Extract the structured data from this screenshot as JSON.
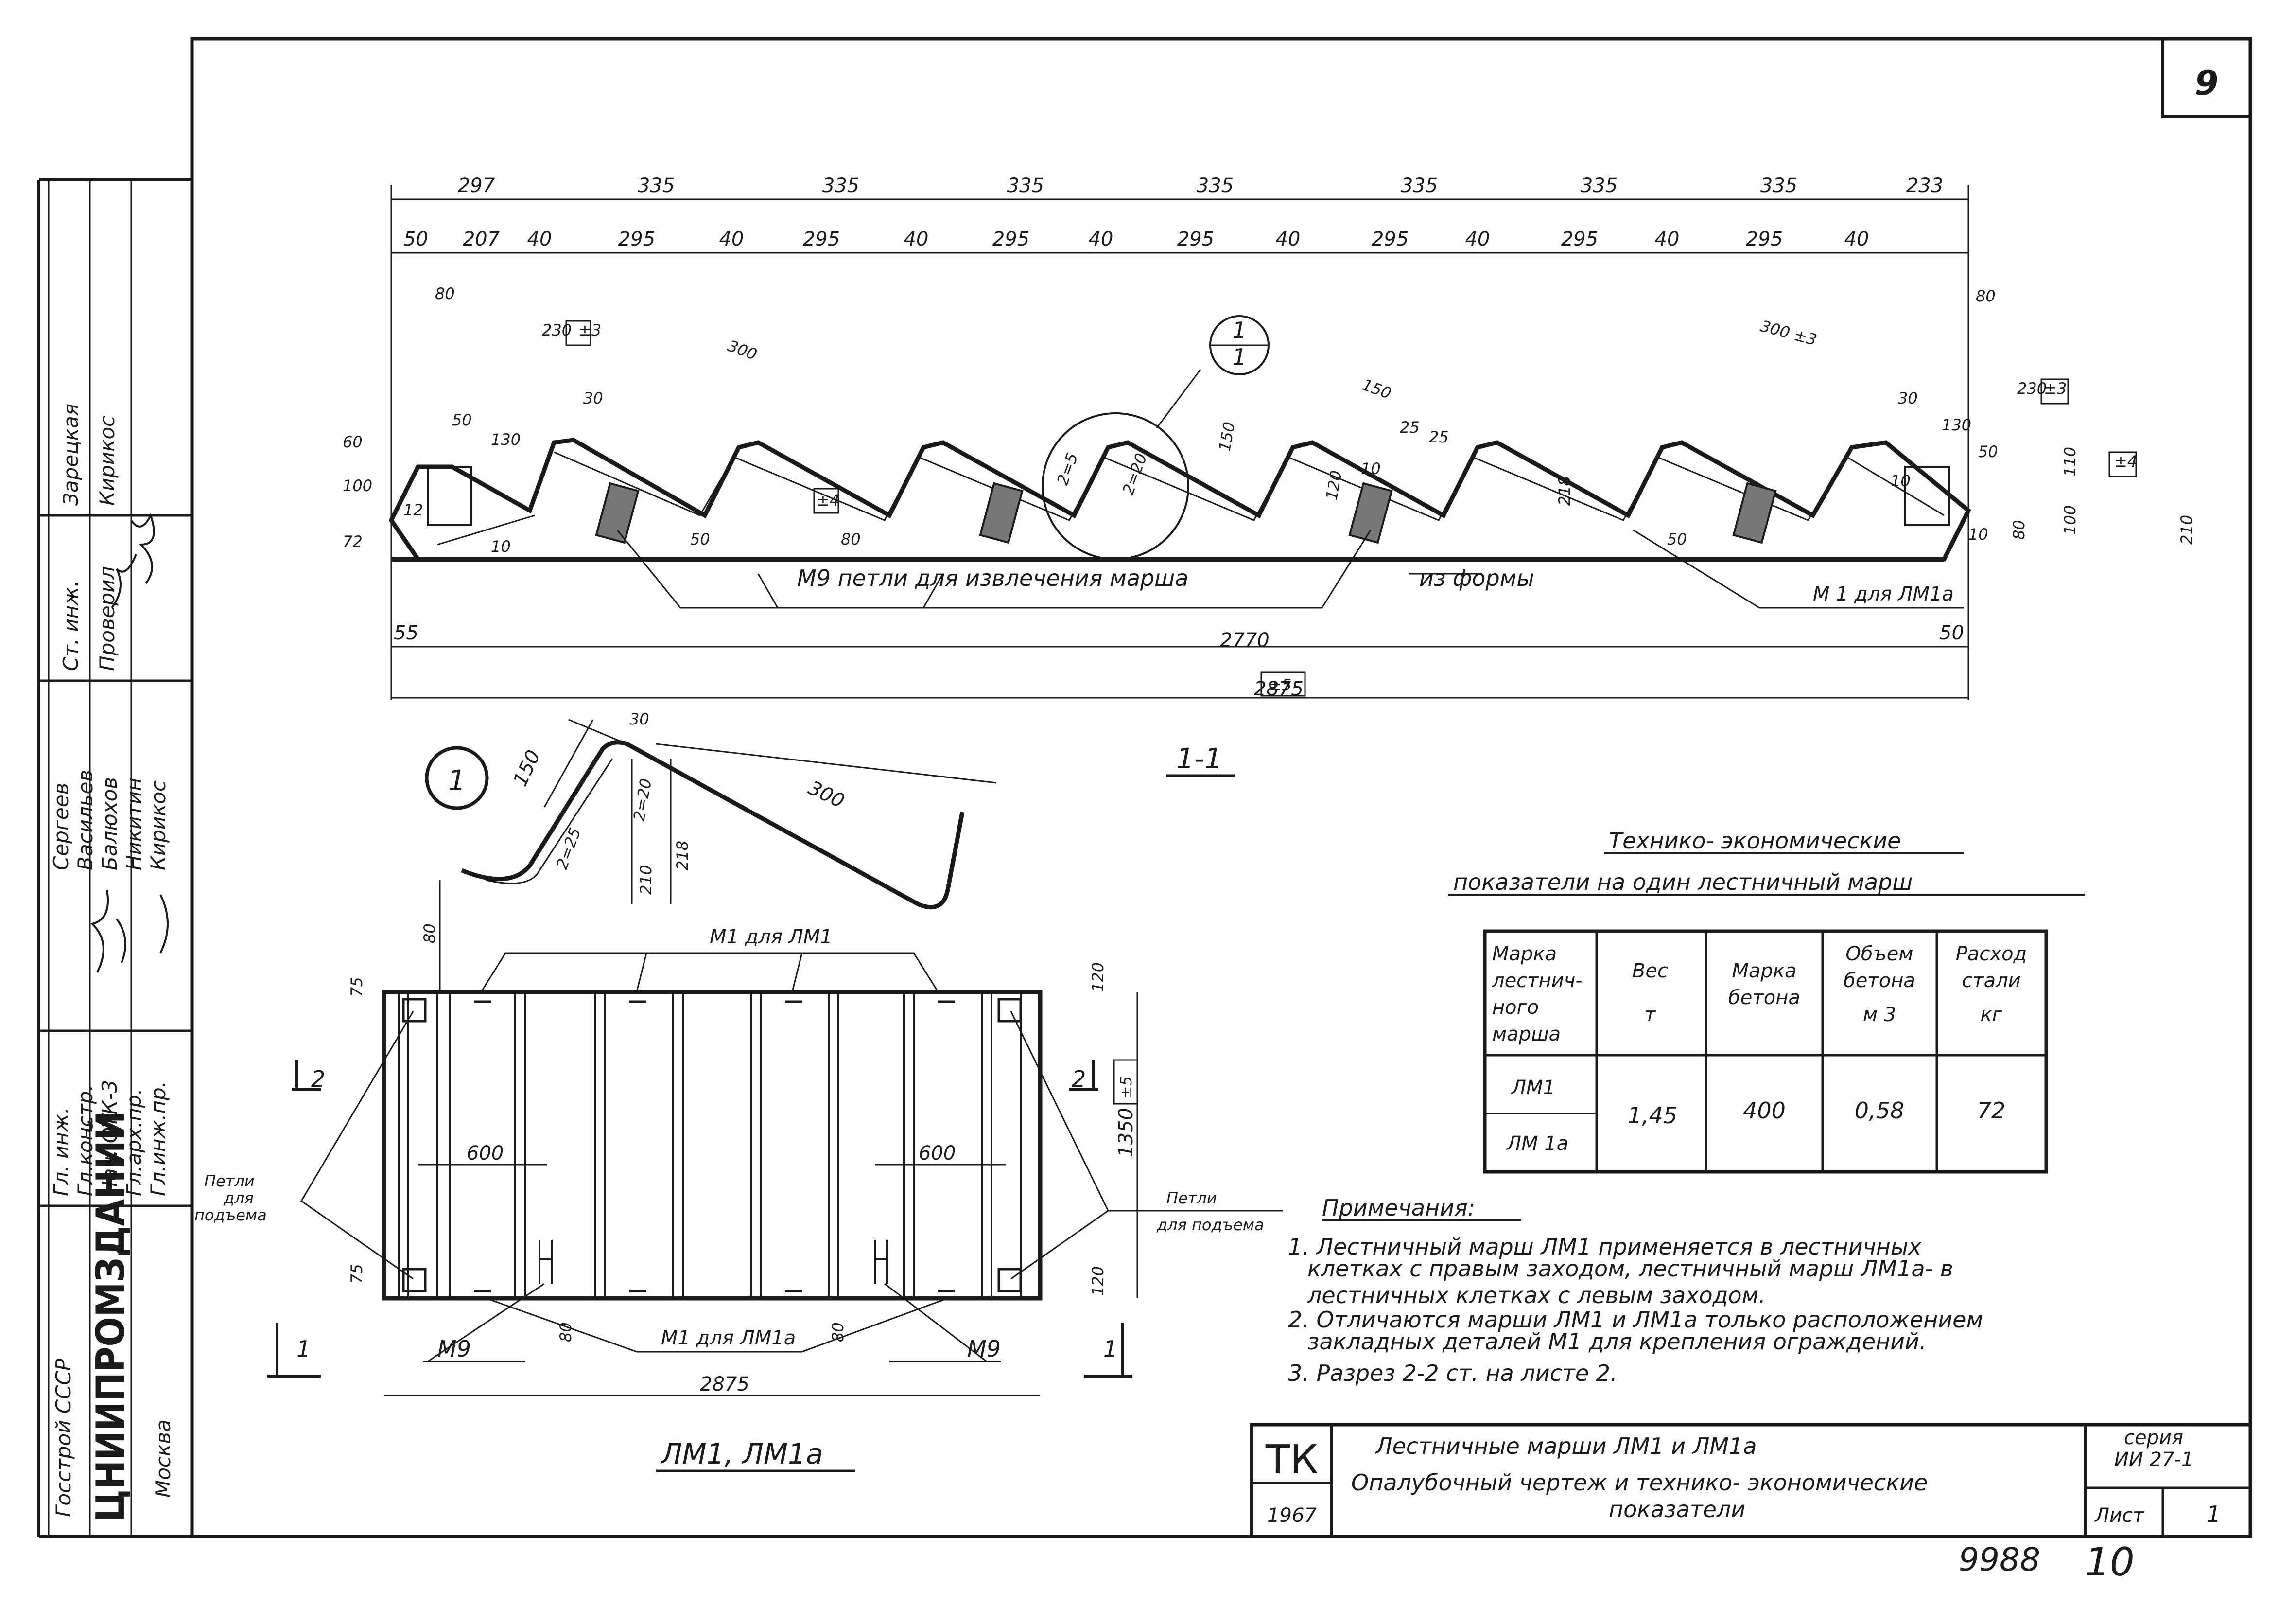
{
  "sheet_number": "9",
  "bottom_number": "9988",
  "bottom_number_hand": "10",
  "section_marker": "1",
  "section_marker_sub": "1",
  "section_label": "1-1",
  "detail_label": "1",
  "plan_label": "ЛМ1, ЛМ1а",
  "section_top_dims": [
    "297",
    "335",
    "335",
    "335",
    "335",
    "335",
    "335",
    "335",
    "233"
  ],
  "section_sub_dims": [
    "50",
    "207",
    "40",
    "295",
    "40",
    "295",
    "40",
    "295",
    "40",
    "295",
    "40",
    "295",
    "40",
    "295",
    "40",
    "295",
    "40"
  ],
  "section_misc_dims": {
    "d80a": "80",
    "d230": "230",
    "d230tol": "±3",
    "d300": "300",
    "d30": "30",
    "d50": "50",
    "d130": "130",
    "d60": "60",
    "d100": "100",
    "d72": "72",
    "d10": "10",
    "d10b": "10",
    "d12": "12",
    "d50b": "50",
    "d80b": "80",
    "tol4": "±4",
    "r5": "2=5",
    "r20": "2=20",
    "d150": "150",
    "d150b": "150",
    "d120": "120",
    "d25": "25",
    "d25b": "25",
    "d218": "218",
    "d50c": "50",
    "d300r": "300 ±3",
    "d80c": "80",
    "d230r": "230",
    "d230rtol": "±3",
    "d30r": "30",
    "d130r": "130",
    "d50r": "50",
    "d110": "110",
    "tol4r": "±4",
    "d210": "210",
    "d100r": "100",
    "d80r": "80",
    "d10r": "10",
    "d10r2": "10",
    "d55": "55",
    "d2770": "2770",
    "d50end": "50",
    "d2875": "2875",
    "d2875tol": "±5"
  },
  "section_note_loops": "М9   петли   для   извлечения   марша",
  "section_note_form": "из  формы",
  "section_note_m1": "М 1 для ЛМ1а",
  "detail_dims": {
    "d150": "150",
    "d30": "30",
    "d300": "300",
    "r25": "2=25",
    "r20": "2=20",
    "d210": "210",
    "d218": "218"
  },
  "plan_dims": {
    "d80": "80",
    "d75a": "75",
    "d75b": "75",
    "d600a": "600",
    "d600b": "600",
    "d120a": "120",
    "d120b": "120",
    "d1350": "1350",
    "d1350tol": "±5",
    "d80b": "80",
    "d80c": "80",
    "d2875": "2875",
    "sec2": "2",
    "sec1": "1"
  },
  "plan_notes": {
    "m1_top": "М1 для ЛМ1",
    "m1_bottom": "М1 для ЛМ1а",
    "m9_left": "М9",
    "m9_right": "М9",
    "loops_left": [
      "Петли",
      "для",
      "подъема"
    ],
    "loops_right": [
      "Петли",
      "для подъема"
    ]
  },
  "table": {
    "title_line1": "Технико- экономические",
    "title_line2": "показатели на один  лестничный марш",
    "headers": [
      [
        "Марка",
        "лестнич-",
        "ного",
        "марша"
      ],
      [
        "Вес",
        "т"
      ],
      [
        "Марка",
        "бетона"
      ],
      [
        "Объем",
        "бетона",
        "м 3"
      ],
      [
        "Расход",
        "стали",
        "кг"
      ]
    ],
    "marks": [
      "ЛМ1",
      "ЛМ 1а"
    ],
    "weight": "1,45",
    "concrete": "400",
    "volume": "0,58",
    "steel": "72"
  },
  "notes": {
    "title": "Примечания:",
    "lines": [
      "1. Лестничный  марш ЛМ1 применяется в лестничных",
      "клетках с правым  заходом, лестничный марш ЛМ1а- в",
      "лестничных  клетках  с левым заходом.",
      "2. Отличаются  марши  ЛМ1 и ЛМ1а только расположением",
      "закладных  деталей   М1 для  крепления  ограждений.",
      "3. Разрез 2-2 ст. на листе 2."
    ]
  },
  "title_block": {
    "tk": "ТК",
    "year": "1967",
    "title1": "Лестничные  марши  ЛМ1 и ЛМ1а",
    "title2": "Опалубочный чертеж и технико- экономические",
    "title3": "показатели",
    "series_label": "серия",
    "series": "ИИ 27-1",
    "sheet_label": "Лист",
    "sheet": "1"
  },
  "side_stamp": {
    "org1": "Госстрой СССР",
    "org2": "ЦНИИПРОМЗДАНИЙ",
    "city": "Москва",
    "roles": [
      "Гл. инж.",
      "Гл.констр.",
      "Нач. ОТК-3",
      "Гл.арх.пр.",
      "Гл.инж.пр."
    ],
    "names": [
      "Сергеев",
      "Васильев",
      "Балюхов",
      "Никитин",
      "Кирикос"
    ],
    "roles2": [
      "Ст. инж.",
      "Проверил"
    ],
    "names2": [
      "Зарецкая",
      "Кирикос"
    ]
  }
}
